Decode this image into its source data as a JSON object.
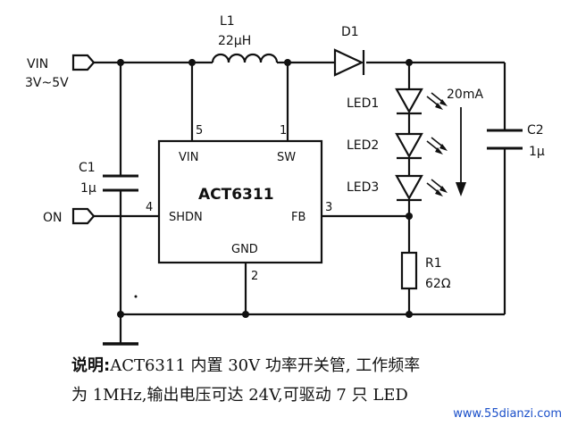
{
  "schematic": {
    "vin_label": "VIN",
    "vin_range": "3V~5V",
    "on_label": "ON",
    "l1_name": "L1",
    "l1_value": "22μH",
    "d1_name": "D1",
    "c1_name": "C1",
    "c1_value": "1μ",
    "c2_name": "C2",
    "c2_value": "1μ",
    "r1_name": "R1",
    "r1_value": "62Ω",
    "led1": "LED1",
    "led2": "LED2",
    "led3": "LED3",
    "current": "20mA",
    "ic_name": "ACT6311",
    "pin_vin": "VIN",
    "pin_sw": "SW",
    "pin_shdn": "SHDN",
    "pin_fb": "FB",
    "pin_gnd": "GND",
    "pin_num_5": "5",
    "pin_num_1": "1",
    "pin_num_4": "4",
    "pin_num_3": "3",
    "pin_num_2": "2"
  },
  "caption": {
    "prefix": "说明:",
    "line1": "ACT6311 内置 30V 功率开关管, 工作频率",
    "line2": "为 1MHz,输出电压可达 24V,可驱动 7 只 LED"
  },
  "watermark": "www.55dianzi.com"
}
